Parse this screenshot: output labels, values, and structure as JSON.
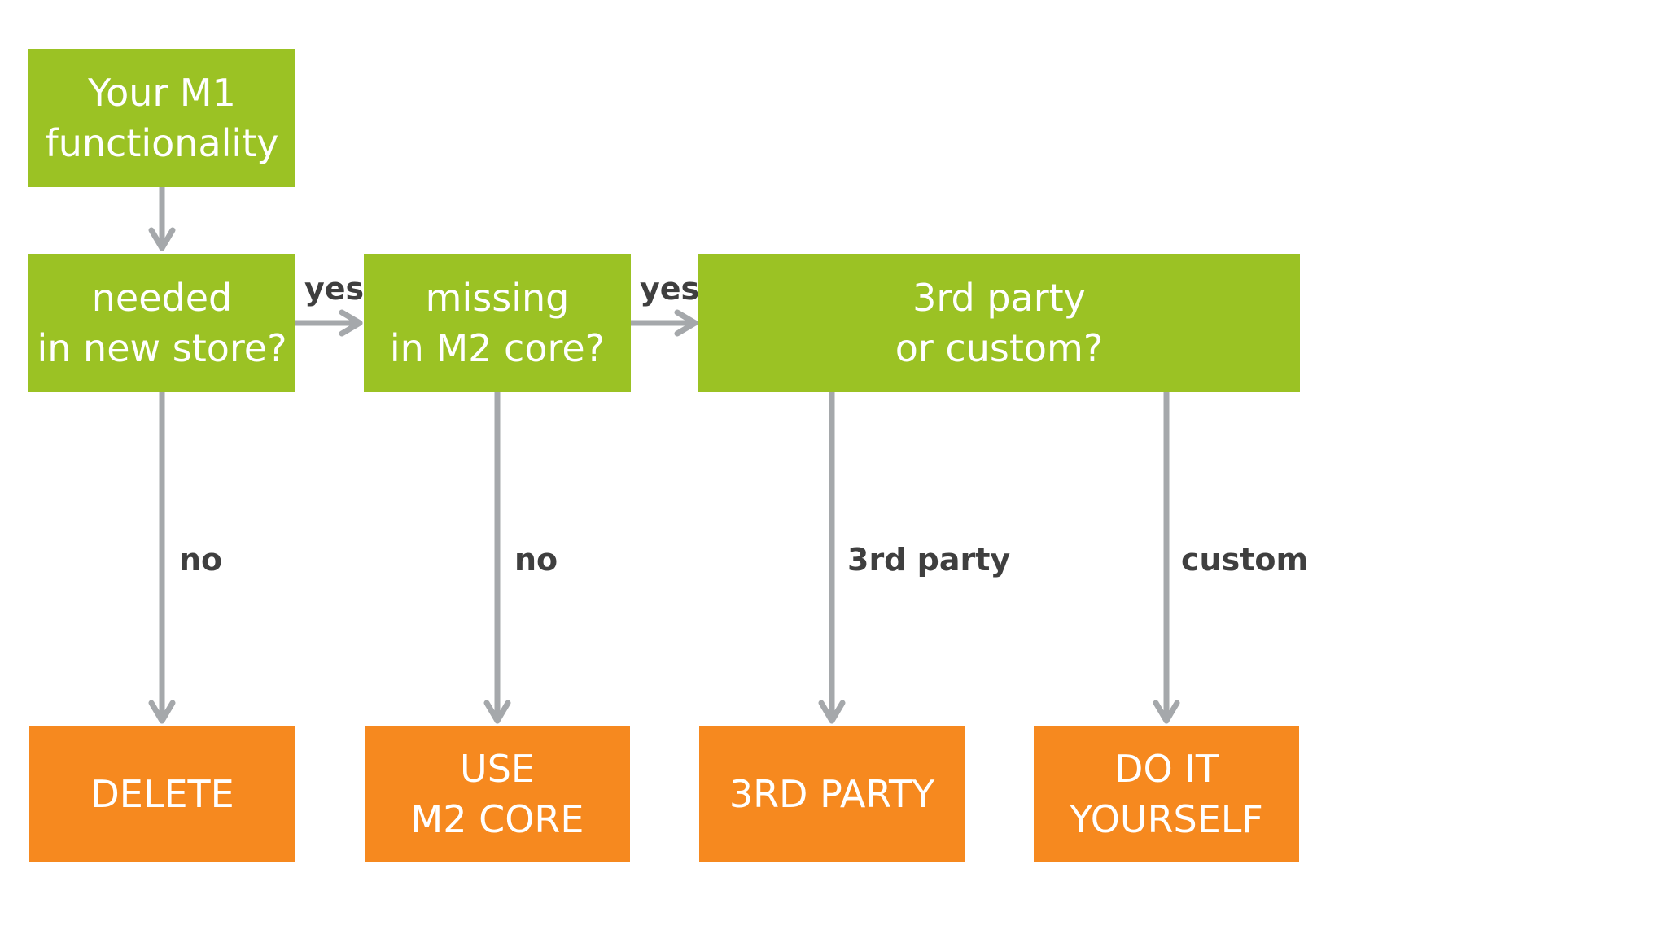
{
  "diagram": {
    "nodes": {
      "start": "Your M1\nfunctionality",
      "needed": "needed\nin new store?",
      "missing": "missing\nin M2 core?",
      "third_or_custom": "3rd party\nor custom?",
      "delete": "DELETE",
      "use_core": "USE\nM2 CORE",
      "third_party": "3RD PARTY",
      "diy": "DO IT\nYOURSELF"
    },
    "edge_labels": {
      "needed_yes": "yes",
      "missing_yes": "yes",
      "needed_no": "no",
      "missing_no": "no",
      "third_party": "3rd party",
      "custom": "custom"
    },
    "colors": {
      "decision": "#9bc224",
      "outcome": "#f6891f",
      "arrow": "#a5a8ab",
      "label": "#3f3f3f",
      "node_text": "#ffffff"
    }
  }
}
